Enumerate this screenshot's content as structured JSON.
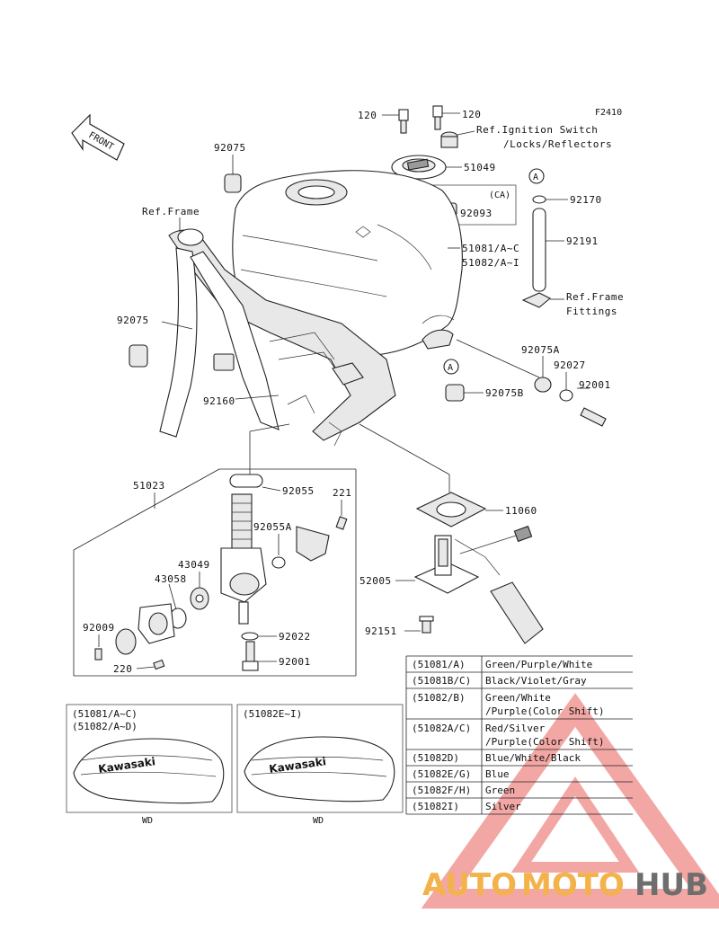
{
  "figure_code": "F2410",
  "front_label": "FRONT",
  "refs": {
    "frame": "Ref.Frame",
    "ignition_1": "Ref.Ignition Switch",
    "ignition_2": "/Locks/Reflectors",
    "frame_fittings_1": "Ref.Frame",
    "frame_fittings_2": "Fittings"
  },
  "ca_label": "(CA)",
  "callout_a": "A",
  "parts": {
    "p120a": "120",
    "p120b": "120",
    "p51049": "51049",
    "p92075_top": "92075",
    "p92093": "92093",
    "p92170": "92170",
    "p92191": "92191",
    "p51081": "51081/A~C",
    "p51082": "51082/A~I",
    "p92075_left": "92075",
    "p92075A": "92075A",
    "p92027": "92027",
    "p92001_r": "92001",
    "p92075B": "92075B",
    "p92160": "92160",
    "p51023": "51023",
    "p92055": "92055",
    "p221": "221",
    "p92055A": "92055A",
    "p11060": "11060",
    "p43049": "43049",
    "p43058": "43058",
    "p52005": "52005",
    "p92009": "92009",
    "p92151": "92151",
    "p92022": "92022",
    "p220": "220",
    "p92001_b": "92001"
  },
  "color_table": [
    {
      "code": "(51081/A)",
      "color": "Green/Purple/White",
      "rows": 1
    },
    {
      "code": "(51081B/C)",
      "color": "Black/Violet/Gray",
      "rows": 1
    },
    {
      "code": "(51082/B)",
      "color": "Green/White",
      "color2": "/Purple(Color Shift)",
      "rows": 2
    },
    {
      "code": "(51082A/C)",
      "color": "Red/Silver",
      "color2": "/Purple(Color Shift)",
      "rows": 2
    },
    {
      "code": "(51082D)",
      "color": "Blue/White/Black",
      "rows": 1
    },
    {
      "code": "(51082E/G)",
      "color": "Blue",
      "rows": 1
    },
    {
      "code": "(51082F/H)",
      "color": "Green",
      "rows": 1
    },
    {
      "code": "(51082I)",
      "color": "Silver",
      "rows": 1
    }
  ],
  "panel_left": {
    "line1": "(51081/A~C)",
    "line2": "(51082/A~D)",
    "brand": "Kawasaki",
    "caption": "WD"
  },
  "panel_right": {
    "line1": "(51082E~I)",
    "brand": "Kawasaki",
    "caption": "WD"
  },
  "watermark": {
    "part1": "AUTO",
    "part2": "MOTO",
    "part3": "HUB",
    "color_red": "#e8504a",
    "color_orange": "#f3b24a",
    "color_gray": "#6e6e6e"
  }
}
